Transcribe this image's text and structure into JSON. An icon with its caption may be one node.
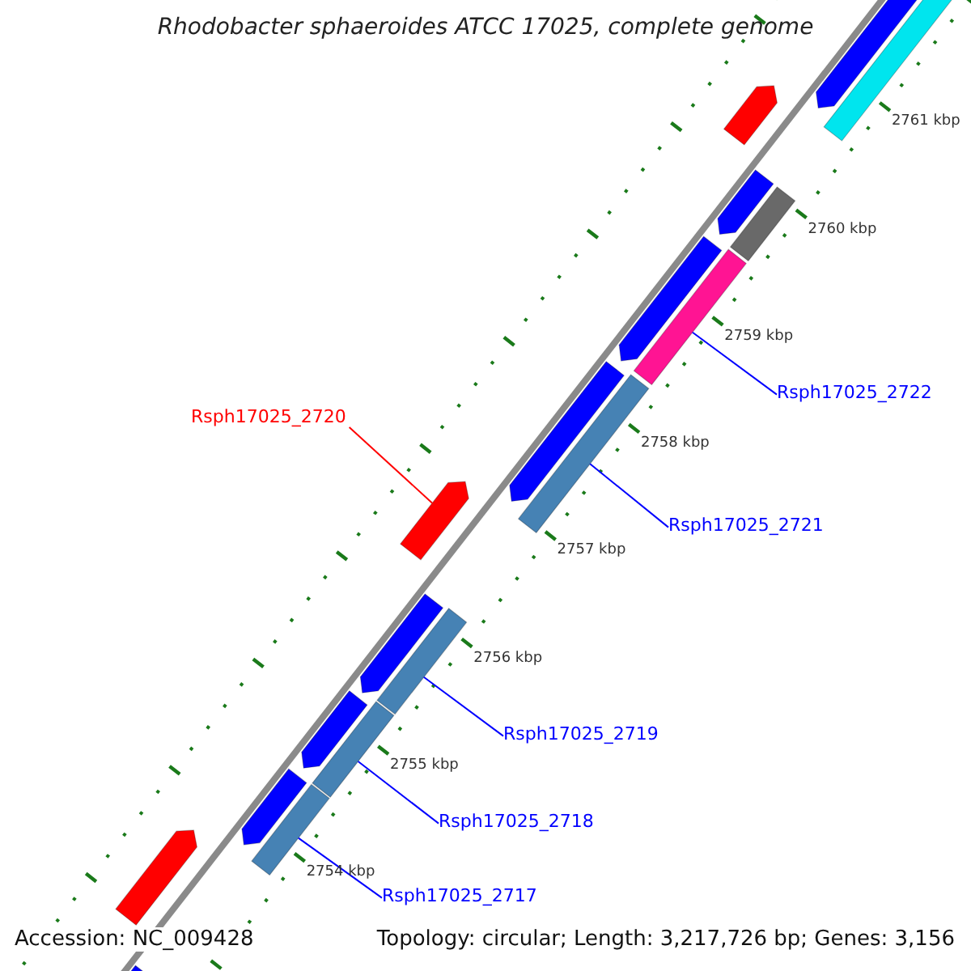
{
  "diagram": {
    "title": "Rhodobacter sphaeroides ATCC 17025, complete genome",
    "nodes": [
      {
        "text": [
          "Rsph17025_2722"
        ]
      },
      {
        "text": [],
        "shape": "bar"
      },
      {
        "text": [
          "Rsph17025_2720"
        ]
      },
      {
        "text": [],
        "shape": "bar"
      },
      {
        "text": [
          "Rsph17025_2721"
        ]
      },
      {
        "text": [],
        "shape": "bar"
      },
      {
        "text": [
          "Rsph17025_2719"
        ]
      },
      {
        "text": [],
        "shape": "bar"
      },
      {
        "text": [
          "Rsph17025_2718"
        ]
      },
      {
        "text": [],
        "shape": "bar"
      },
      {
        "text": [
          "Rsph17025_2717"
        ]
      },
      {
        "text": [],
        "shape": "bar"
      },
      {
        "text": [],
        "shape": "bar"
      },
      {
        "text": [],
        "shape": "bar"
      },
      {
        "text": [],
        "shape": "bar"
      },
      {
        "text": [],
        "shape": "bar"
      },
      {
        "text": [],
        "shape": "bar"
      },
      {
        "text": [],
        "shape": "bar"
      },
      {
        "text": [],
        "shape": "bar"
      },
      {
        "text": [],
        "shape": "bar"
      },
      {
        "text": [],
        "shape": "bar"
      },
      {
        "text": [],
        "shape": "bar"
      },
      {
        "text": [],
        "shape": "bar"
      },
      {
        "text": [],
        "shape": "bar"
      }
    ],
    "edges": [
      {
        "from": 0,
        "to": 1,
        "arrow": "none"
      },
      {
        "from": 2,
        "to": 3,
        "arrow": "none",
        "color": "#ff0000"
      },
      {
        "from": 4,
        "to": 5,
        "arrow": "none"
      },
      {
        "from": 6,
        "to": 7,
        "arrow": "none"
      },
      {
        "from": 8,
        "to": 9,
        "arrow": "none"
      },
      {
        "from": 10,
        "to": 11,
        "arrow": "none"
      }
    ],
    "labels": [
      "2761 kbp",
      "2760 kbp",
      "2759 kbp",
      "2758 kbp",
      "2757 kbp",
      "2756 kbp",
      "2755 kbp",
      "2754 kbp",
      "Accession: NC_009428",
      "Topology: circular; Length: 3,217,726 bp; Genes: 3,156"
    ]
  }
}
